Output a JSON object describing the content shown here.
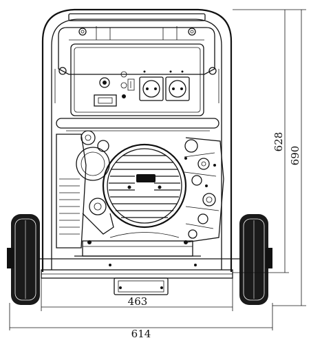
{
  "dimensions": {
    "inner_width": "463",
    "outer_width": "614",
    "frame_height": "628",
    "total_height": "690"
  },
  "colors": {
    "line": "#111111",
    "background": "#ffffff",
    "tire": "#1a1a1a"
  }
}
